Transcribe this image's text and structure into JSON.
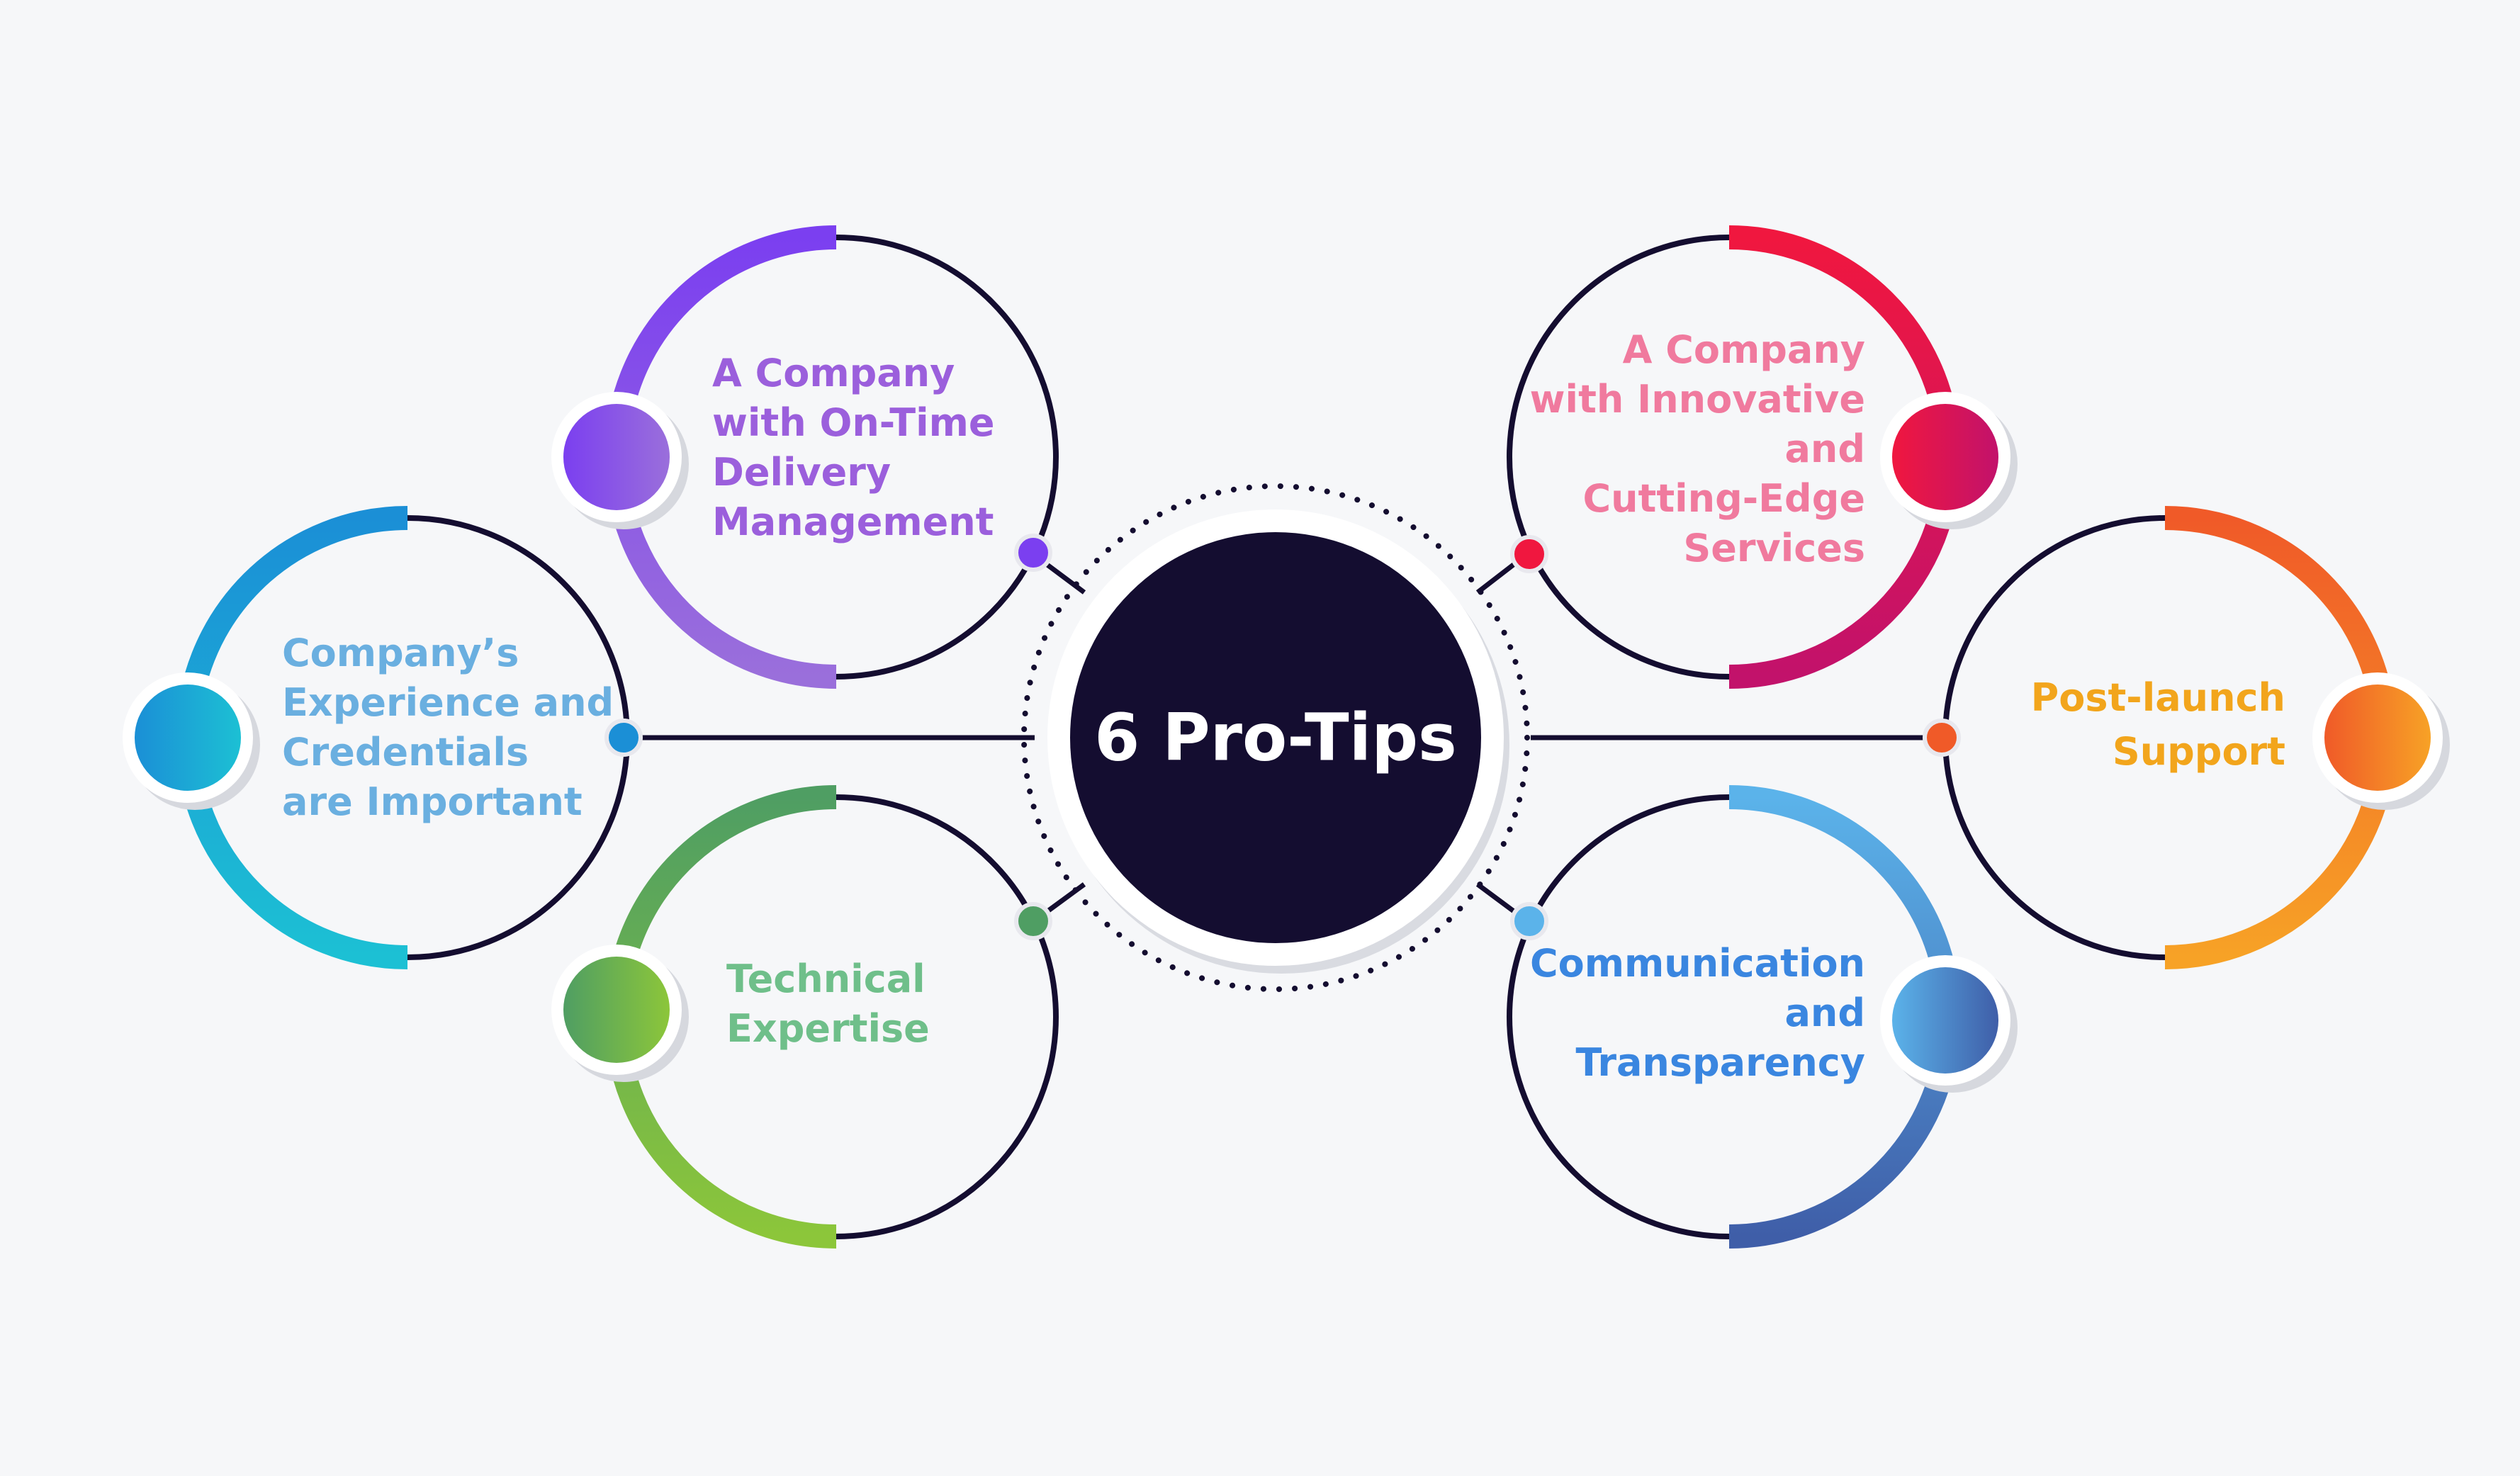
{
  "center": {
    "title": "6 Pro-Tips",
    "fill": "#140d30"
  },
  "tips": [
    {
      "id": "on-time-delivery",
      "lines": [
        "A Company",
        "with On-Time",
        "Delivery",
        "Management"
      ],
      "colors": [
        "#7b3ff0",
        "#9a6fdb"
      ],
      "text_color": "#9b5fdc",
      "side": "left",
      "arc": "left"
    },
    {
      "id": "experience-credentials",
      "lines": [
        "Company’s",
        "Experience and",
        "Credentials",
        "are Important"
      ],
      "colors": [
        "#1b8fd6",
        "#1cc0d4"
      ],
      "text_color": "#6aafe0",
      "side": "left",
      "arc": "left"
    },
    {
      "id": "technical-expertise",
      "lines": [
        "Technical",
        "Expertise"
      ],
      "colors": [
        "#4f9e63",
        "#8cc63a"
      ],
      "text_color": "#6fbf8a",
      "side": "left",
      "arc": "left"
    },
    {
      "id": "innovative-services",
      "lines": [
        "A Company",
        "with Innovative",
        "and",
        "Cutting-Edge",
        "Services"
      ],
      "colors": [
        "#f0173f",
        "#c2126b"
      ],
      "text_color": "#f07a9e",
      "side": "right",
      "arc": "right"
    },
    {
      "id": "post-launch-support",
      "lines": [
        "Post-launch",
        "Support"
      ],
      "colors": [
        "#f05a28",
        "#f7a226"
      ],
      "text_color": "#f2a51c",
      "side": "right",
      "arc": "right"
    },
    {
      "id": "communication-transparency",
      "lines": [
        "Communication",
        "and",
        "Transparency"
      ],
      "colors": [
        "#5bb3ea",
        "#3f5ea8"
      ],
      "text_color": "#3a86e0",
      "side": "right",
      "arc": "right"
    }
  ]
}
